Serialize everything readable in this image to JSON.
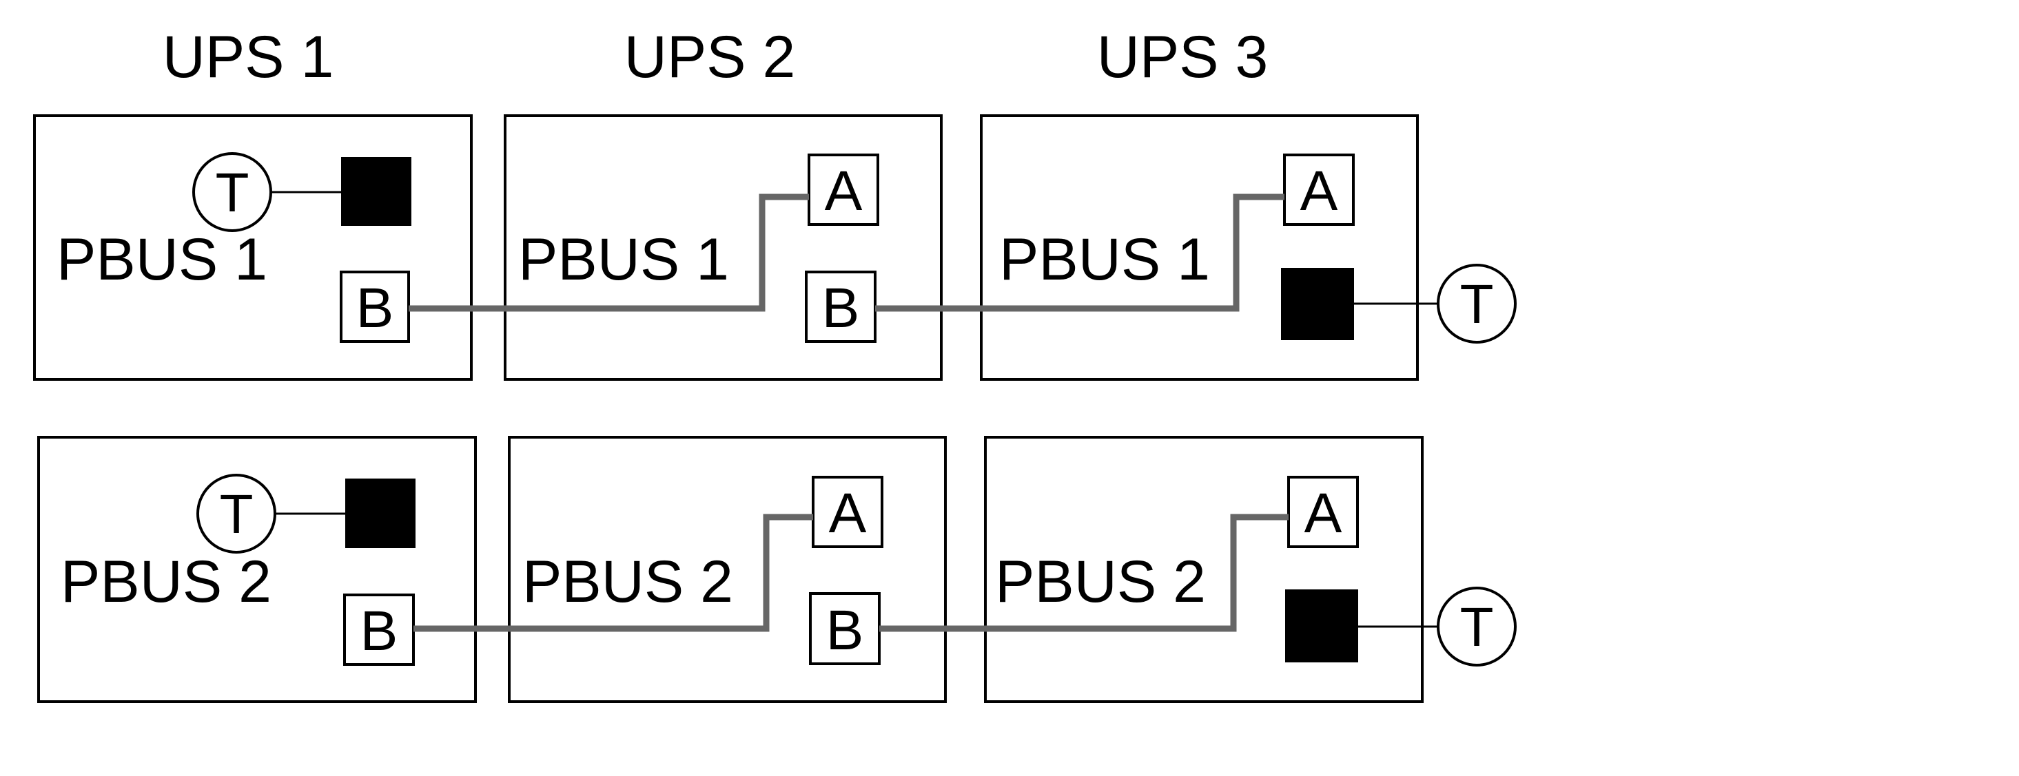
{
  "ups_headings": [
    "UPS 1",
    "UPS 2",
    "UPS 3"
  ],
  "rows": [
    {
      "bus": "PBUS 1",
      "units": [
        {
          "label": "PBUS 1",
          "terminator": "T",
          "port_b": "B"
        },
        {
          "label": "PBUS 1",
          "port_a": "A",
          "port_b": "B"
        },
        {
          "label": "PBUS 1",
          "port_a": "A",
          "terminator": "T"
        }
      ]
    },
    {
      "bus": "PBUS 2",
      "units": [
        {
          "label": "PBUS 2",
          "terminator": "T",
          "port_b": "B"
        },
        {
          "label": "PBUS 2",
          "port_a": "A",
          "port_b": "B"
        },
        {
          "label": "PBUS 2",
          "port_a": "A",
          "terminator": "T"
        }
      ]
    }
  ],
  "colors": {
    "cable": "#666666",
    "outline": "#000000",
    "port_filled": "#000000"
  }
}
